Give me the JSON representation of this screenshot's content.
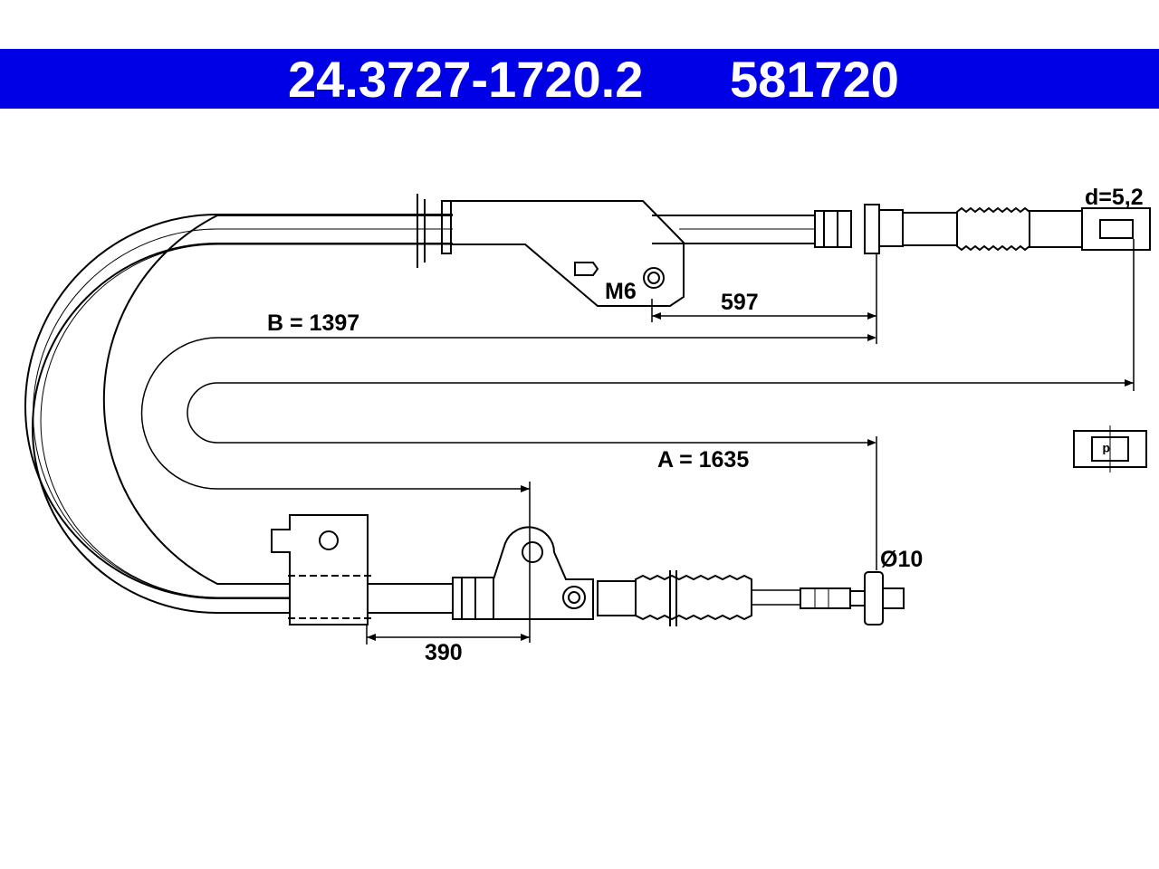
{
  "header": {
    "part_number": "24.3727-1720.2",
    "reference_number": "581720",
    "background_color": "#0000e6",
    "text_color": "#ffffff"
  },
  "dimensions": {
    "length_a": "A = 1635",
    "length_b": "B = 1397",
    "offset_597": "597",
    "offset_390": "390",
    "eye_diameter": "d=5,2",
    "nipple_diameter": "Ø10",
    "thread": "M6"
  },
  "markings": {
    "section_letter": "d"
  }
}
